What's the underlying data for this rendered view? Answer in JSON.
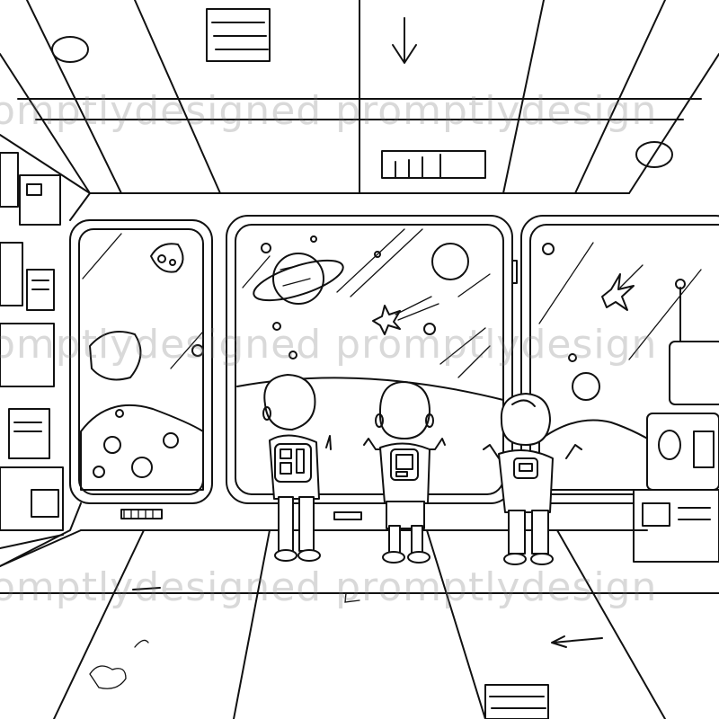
{
  "image": {
    "kind": "coloring-page line art",
    "scene": "Spaceship interior with three children looking out large windows into space",
    "characters": [
      "child-curly-hair-backpack",
      "child-center-backpack",
      "child-right-waving"
    ],
    "elements": [
      "ceiling-panels",
      "down-arrow-sign",
      "control-panels",
      "ringed-planet",
      "moon",
      "asteroids",
      "comet",
      "floor-tiles"
    ]
  },
  "watermark": {
    "text": "promptlydesigned",
    "rows": [
      "omptlydesigned  promptlydesign",
      "omptlydesigned  promptlydesign",
      "omptlydesigned  promptlydesign"
    ]
  },
  "colors": {
    "line": "#111111",
    "background": "#ffffff",
    "watermark": "#b0b0b0"
  }
}
